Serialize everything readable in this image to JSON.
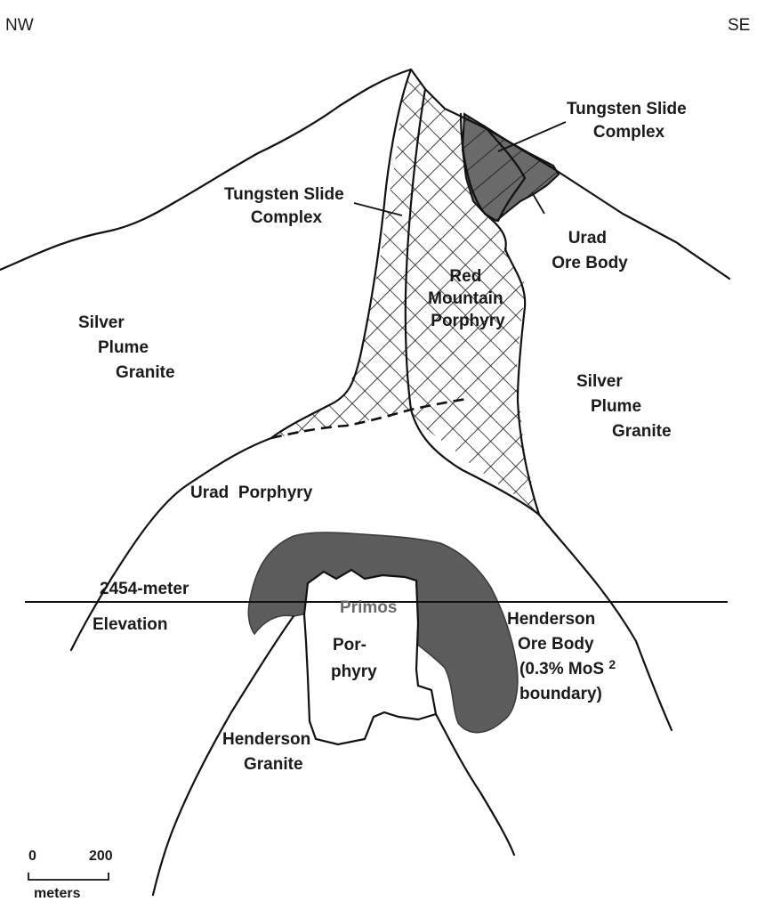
{
  "orientation": {
    "left": "NW",
    "right": "SE"
  },
  "labels": {
    "tungsten_top": [
      "Tungsten Slide",
      "Complex"
    ],
    "tungsten_left": [
      "Tungsten Slide",
      "Complex"
    ],
    "urad_ore": [
      "Urad",
      "Ore Body"
    ],
    "red_mountain": [
      "Red",
      "Mountain",
      "Porphyry"
    ],
    "silver_left": [
      "Silver",
      "Plume",
      "Granite"
    ],
    "silver_right": [
      "Silver",
      "Plume",
      "Granite"
    ],
    "urad_porphyry": "Urad  Porphyry",
    "elevation": [
      "2454-meter",
      "Elevation"
    ],
    "primos": "Primos",
    "porphyry_lower": [
      "Por-",
      "phyry"
    ],
    "henderson_ore": [
      "Henderson",
      "Ore Body",
      "(0.3% MoS",
      "2",
      "boundary)"
    ],
    "henderson_granite": [
      "Henderson",
      "Granite"
    ]
  },
  "scale_bar": {
    "start": "0",
    "end": "200",
    "unit": "meters"
  },
  "colors": {
    "ore_fill": "#5c5c5c",
    "line": "#111111",
    "background": "#ffffff"
  }
}
